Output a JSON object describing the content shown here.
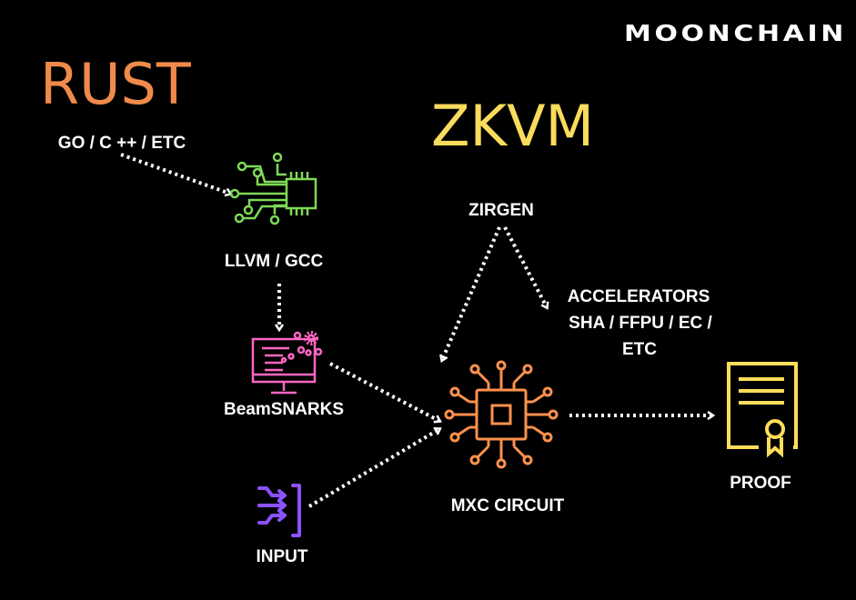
{
  "logo": "MOONCHAIN",
  "titles": {
    "rust": "RUST",
    "zkvm": "ZKVM"
  },
  "labels": {
    "languages": "GO / C ++ / ETC",
    "compiler": "LLVM / GCC",
    "beamsnarks": "BeamSNARKS",
    "input": "INPUT",
    "zirgen": "ZIRGEN",
    "accelerators": [
      "ACCELERATORS",
      "SHA / FFPU / EC /",
      "ETC"
    ],
    "circuit": "MXC CIRCUIT",
    "proof": "PROOF"
  },
  "colors": {
    "rust": "#F08A4B",
    "zkvm": "#F9DC5C",
    "compiler_icon": "#7ED957",
    "beamsnarks_icon": "#FF66C4",
    "input_icon": "#8C52FF",
    "circuit_icon": "#FF914D",
    "proof_icon": "#FFDE59"
  }
}
